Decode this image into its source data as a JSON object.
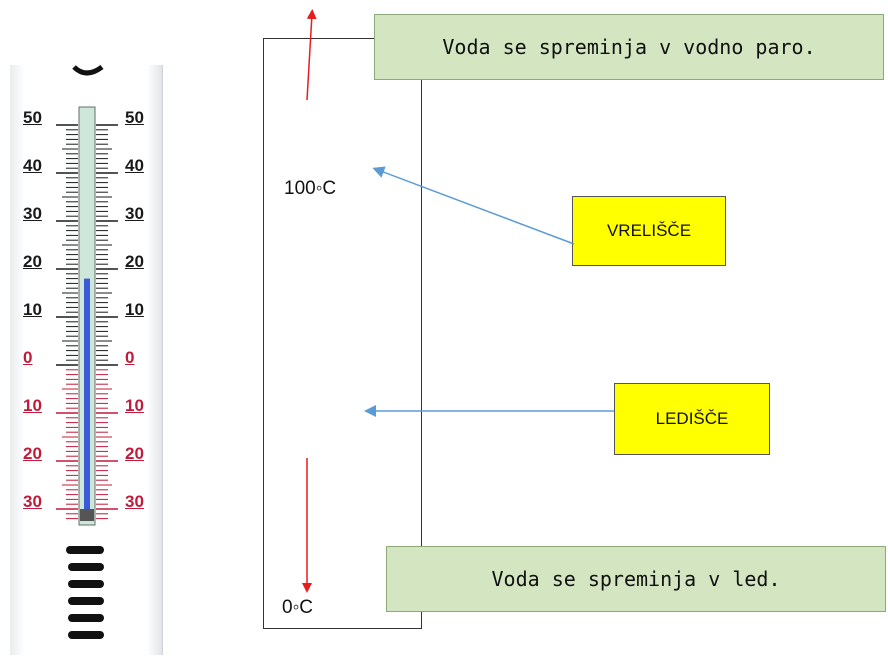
{
  "thermometer": {
    "scale_labels": [
      {
        "value": "50",
        "sign": "pos"
      },
      {
        "value": "40",
        "sign": "pos"
      },
      {
        "value": "30",
        "sign": "pos"
      },
      {
        "value": "20",
        "sign": "pos"
      },
      {
        "value": "10",
        "sign": "pos"
      },
      {
        "value": "0",
        "sign": "neg"
      },
      {
        "value": "10",
        "sign": "neg"
      },
      {
        "value": "20",
        "sign": "neg"
      },
      {
        "value": "30",
        "sign": "neg"
      }
    ],
    "reading": 18,
    "colors": {
      "positive": "#1a1a1a",
      "negative": "#c11a3a",
      "liquid": "#3b5bd6",
      "tube": "#cfe7da"
    }
  },
  "diagram": {
    "boiling_label": "100◦C",
    "freezing_label": "0◦C",
    "top_box": "Voda se spreminja v vodno paro.",
    "bottom_box": "Voda se spreminja v led.",
    "boiling_tag": "VRELIŠČE",
    "freezing_tag": "LEDIŠČE",
    "colors": {
      "green_box": "#d3e6c1",
      "yellow_box": "#ffff00",
      "red_arrow": "#e81c1c",
      "blue_arrow": "#5b9bd5"
    }
  }
}
